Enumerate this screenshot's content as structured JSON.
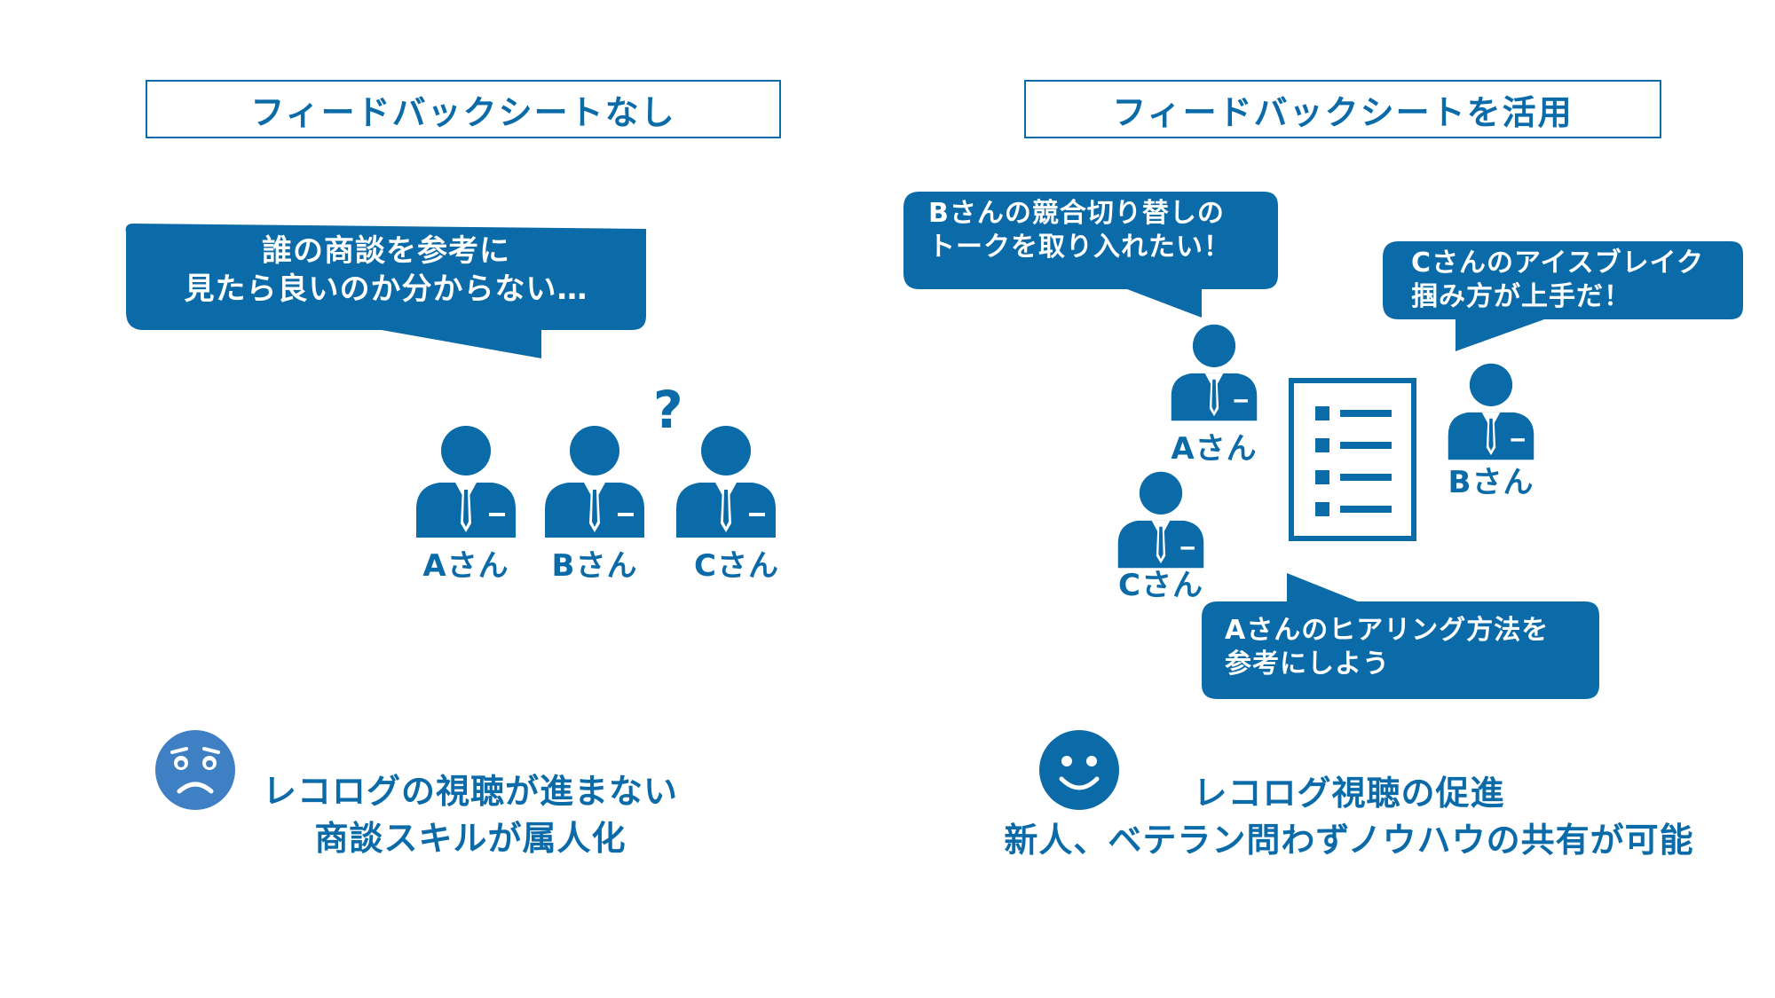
{
  "colors": {
    "primary": "#0b6aa8",
    "face": "#3f80c4",
    "bubble_text": "#ffffff"
  },
  "left": {
    "title": "フィードバックシートなし",
    "bubble_line1": "誰の商談を参考に",
    "bubble_line2": "見たら良いのか分からない…",
    "question_mark": "?",
    "people": [
      "Aさん",
      "Bさん",
      "Cさん"
    ],
    "face_icon": "worried-face-icon",
    "result_line1": "レコログの視聴が進まない",
    "result_line2": "商談スキルが属人化"
  },
  "right": {
    "title": "フィードバックシートを活用",
    "bubble_b_line1": "Bさんの競合切り替しの",
    "bubble_b_line2": "トークを取り入れたい！",
    "bubble_c_line1": "Cさんのアイスブレイク",
    "bubble_c_line2": "掴み方が上手だ！",
    "bubble_a_line1": "Aさんのヒアリング方法を",
    "bubble_a_line2": "参考にしよう",
    "people": [
      "Aさん",
      "Bさん",
      "Cさん"
    ],
    "sheet_icon": "checklist-sheet-icon",
    "face_icon": "smiling-face-icon",
    "result_line1": "レコログ視聴の促進",
    "result_line2": "新人、ベテラン問わずノウハウの共有が可能"
  }
}
